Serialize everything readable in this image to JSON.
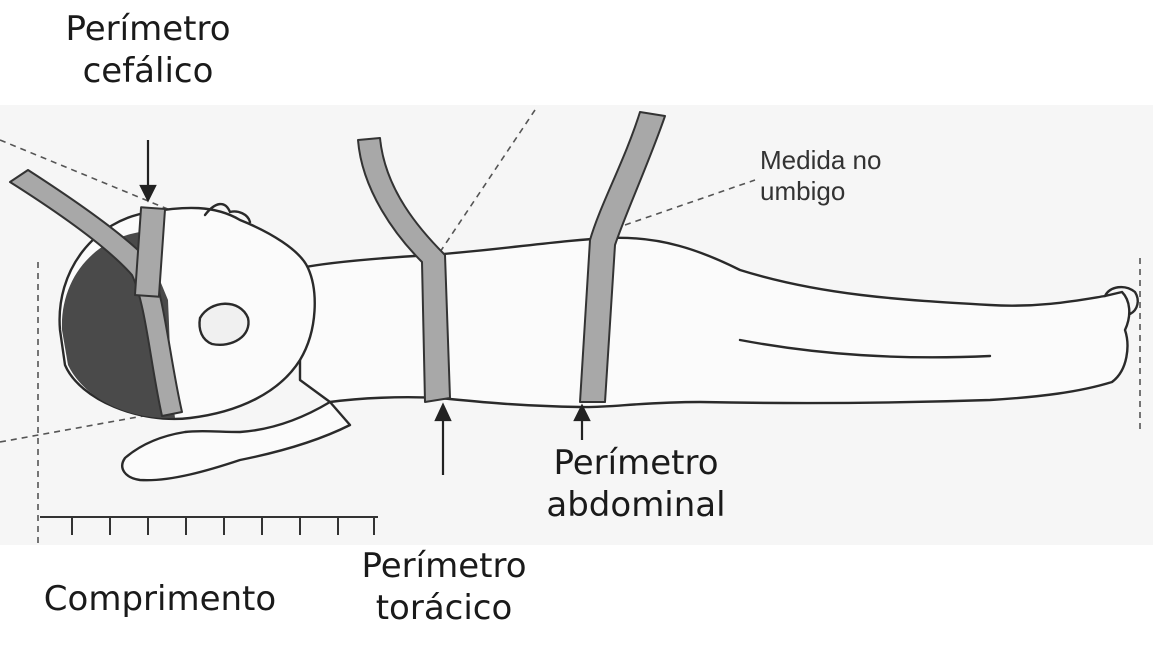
{
  "labels": {
    "head_circumference": [
      "Perímetro",
      "cefálico"
    ],
    "navel_measure": [
      "Medida no",
      "umbigo"
    ],
    "abdominal_circumference": [
      "Perímetro",
      "abdominal"
    ],
    "thoracic_circumference": [
      "Perímetro",
      "torácico"
    ],
    "length": "Comprimento"
  },
  "colors": {
    "tape": "#a8a8a8",
    "line": "#333333",
    "panel": "#f6f6f6",
    "text": "#1a1a1a"
  }
}
